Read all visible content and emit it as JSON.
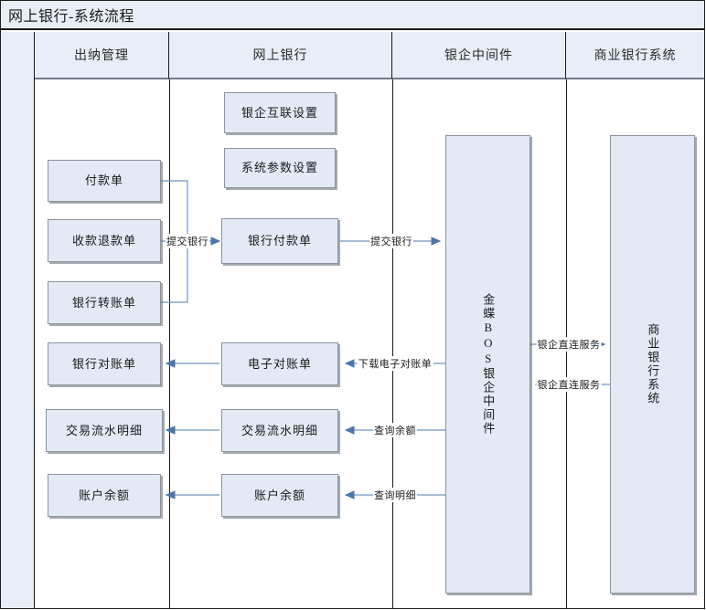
{
  "title": "网上银行-系统流程",
  "lanes": [
    {
      "id": "lane-cash-management",
      "label": "出纳管理"
    },
    {
      "id": "lane-online-bank",
      "label": "网上银行"
    },
    {
      "id": "lane-middleware",
      "label": "银企中间件"
    },
    {
      "id": "lane-commercial-bank",
      "label": "商业银行系统"
    }
  ],
  "nodes": {
    "cash": [
      {
        "id": "node-payment-voucher",
        "label": "付款单"
      },
      {
        "id": "node-receipt-refund-voucher",
        "label": "收款退款单"
      },
      {
        "id": "node-bank-transfer-voucher",
        "label": "银行转账单"
      },
      {
        "id": "node-bank-statement",
        "label": "银行对账单"
      },
      {
        "id": "node-transaction-detail",
        "label": "交易流水明细"
      },
      {
        "id": "node-account-balance",
        "label": "账户余额"
      }
    ],
    "online": [
      {
        "id": "node-bank-enterprise-setup",
        "label": "银企互联设置"
      },
      {
        "id": "node-system-parameter-setup",
        "label": "系统参数设置"
      },
      {
        "id": "node-bank-payment-voucher",
        "label": "银行付款单"
      },
      {
        "id": "node-electronic-statement",
        "label": "电子对账单"
      },
      {
        "id": "node-transaction-detail-online",
        "label": "交易流水明细"
      },
      {
        "id": "node-account-balance-online",
        "label": "账户余额"
      }
    ],
    "middleware": {
      "id": "node-kingdee-bos-middleware",
      "label": "金蝶BOS银企中间件"
    },
    "commercial": {
      "id": "node-commercial-bank-system",
      "label": "商业银行系统"
    }
  },
  "edges": [
    {
      "id": "edge-submit-bank-left",
      "label": "提交银行"
    },
    {
      "id": "edge-submit-bank-right",
      "label": "提交银行"
    },
    {
      "id": "edge-download-electronic-statement",
      "label": "下载电子对账单"
    },
    {
      "id": "edge-query-balance",
      "label": "查询余额"
    },
    {
      "id": "edge-query-detail",
      "label": "查询明细"
    },
    {
      "id": "edge-direct-connect-service-out",
      "label": "银企直连服务"
    },
    {
      "id": "edge-direct-connect-service-in",
      "label": "银企直连服务"
    }
  ],
  "colors": {
    "header_fill": "#e8eef7",
    "node_fill": "#e3eaf5",
    "node_border": "#8a939e",
    "connector": "#4a76a8",
    "frame": "#1a1a1a"
  }
}
